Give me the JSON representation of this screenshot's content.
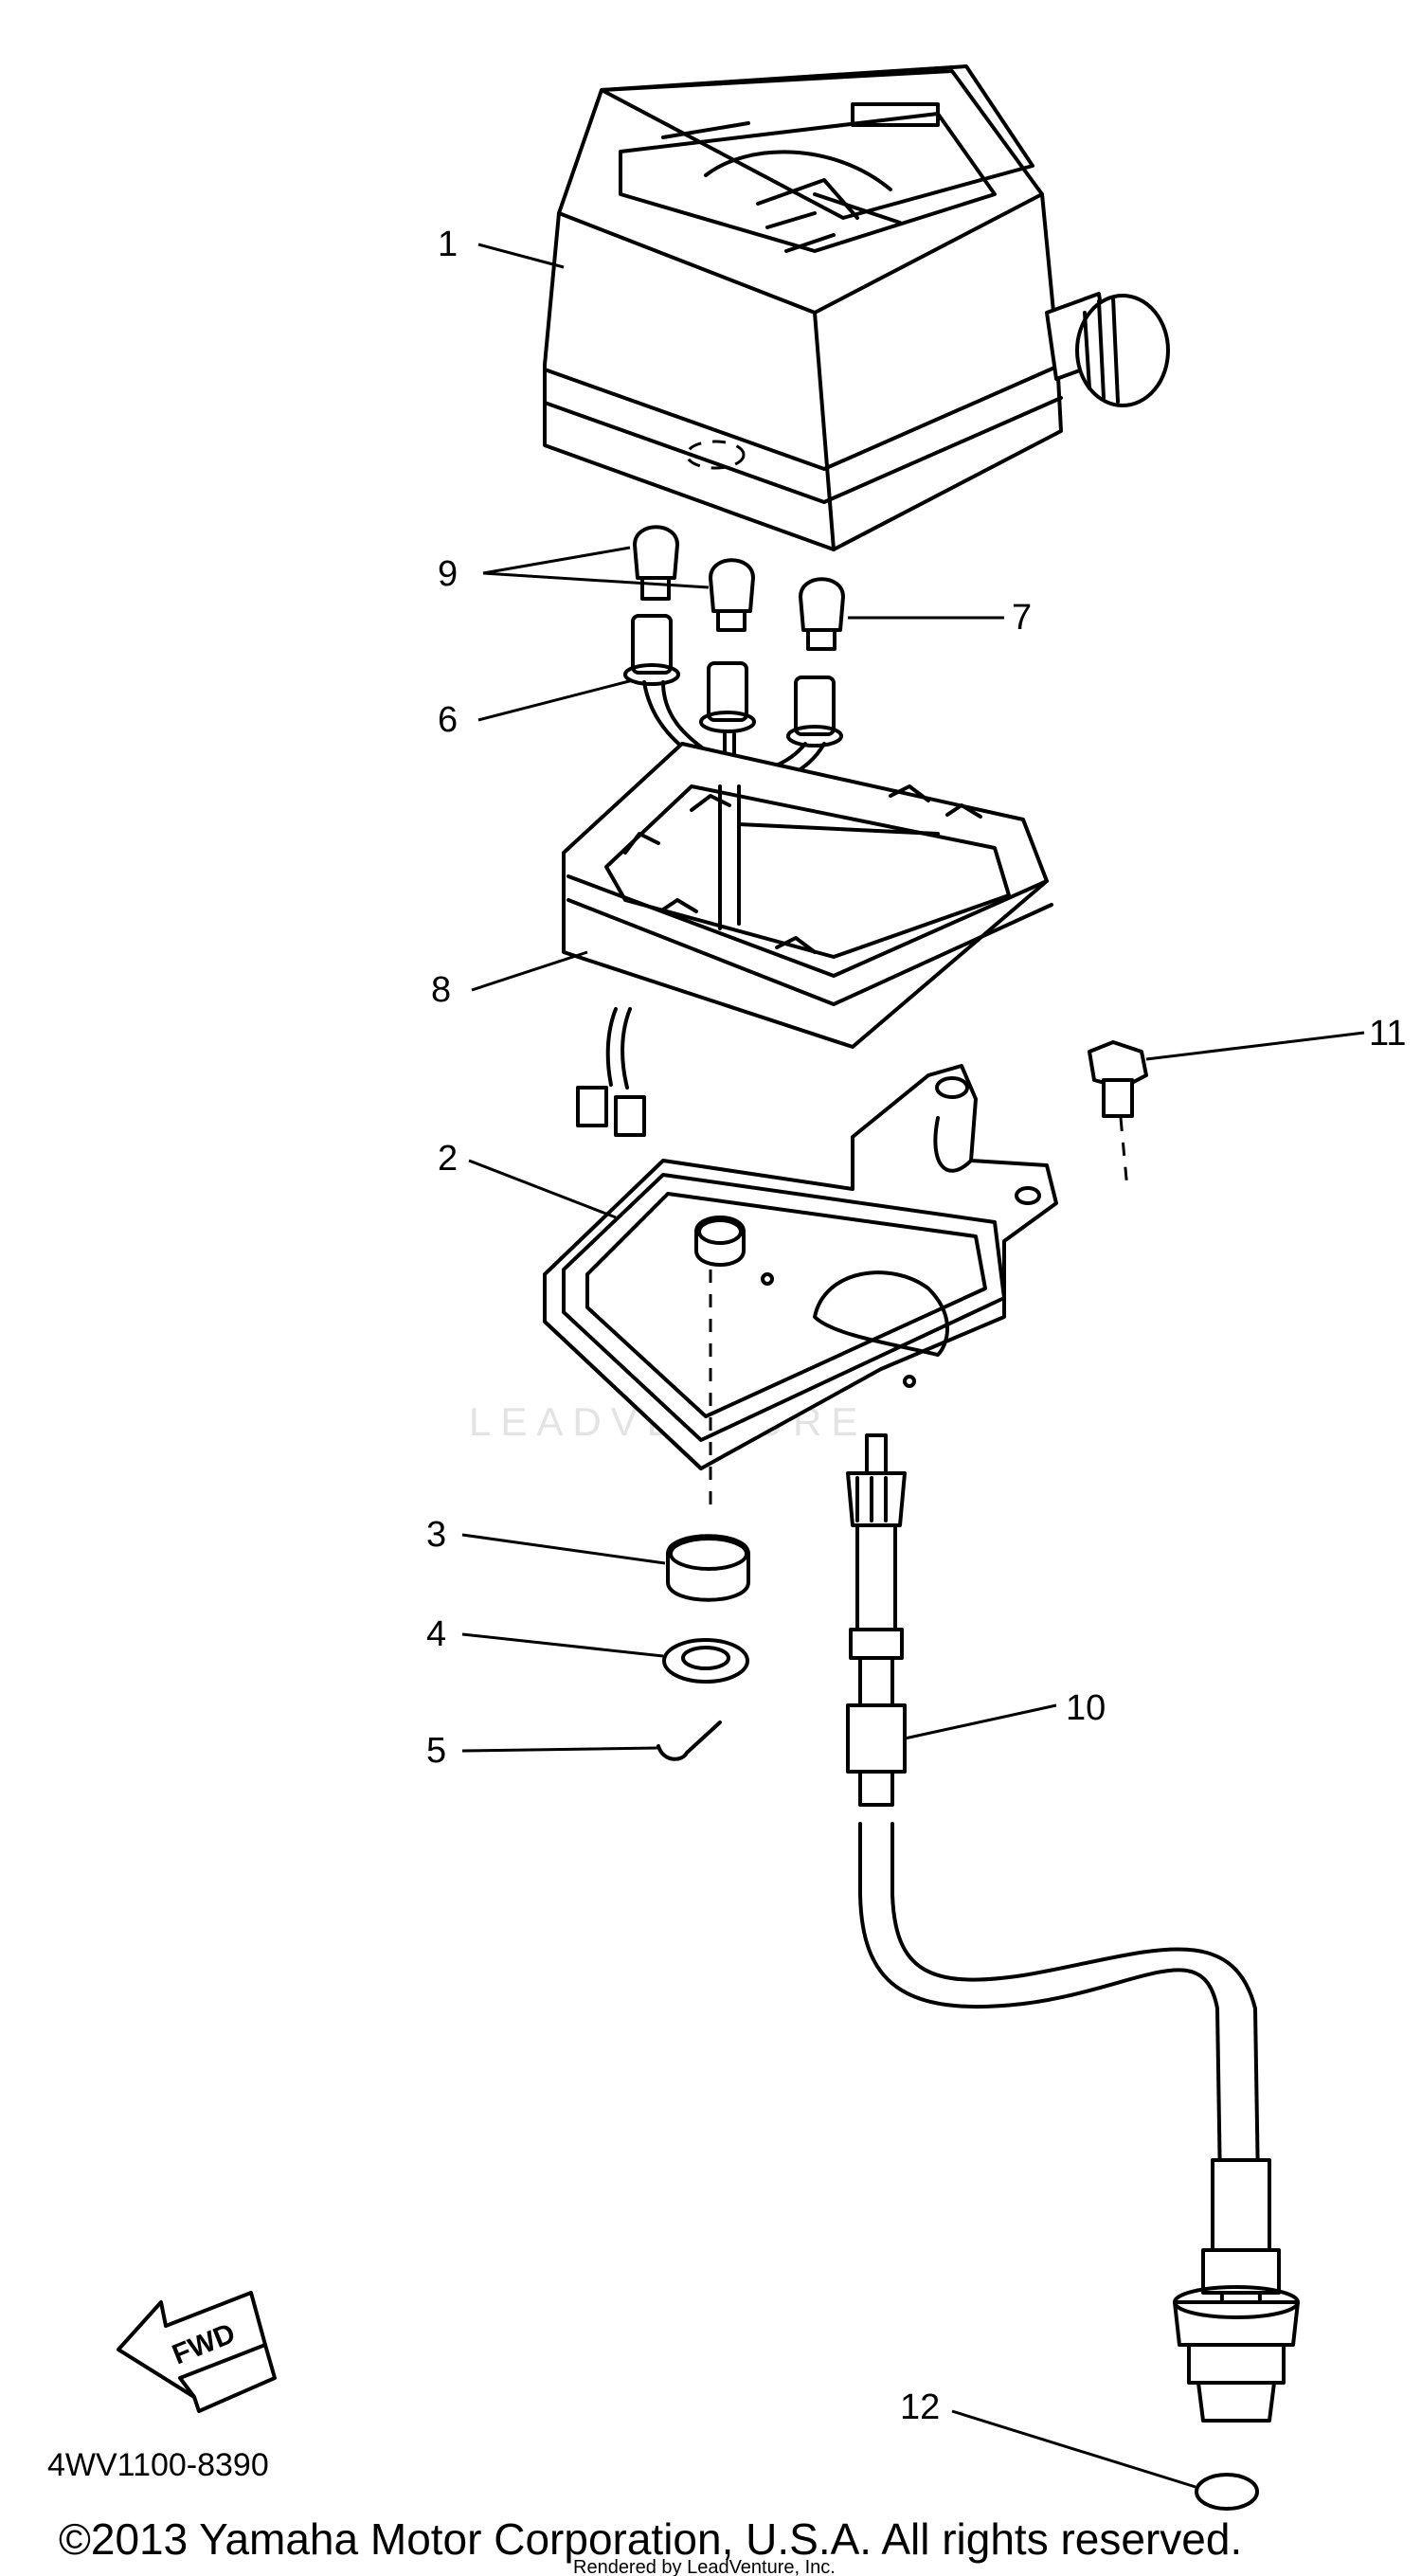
{
  "callouts": {
    "c1": "1",
    "c2": "2",
    "c3": "3",
    "c4": "4",
    "c5": "5",
    "c6": "6",
    "c7": "7",
    "c8": "8",
    "c9": "9",
    "c10": "10",
    "c11": "11",
    "c12": "12"
  },
  "direction_label": "FWD",
  "part_number": "4WV1100-8390",
  "watermark": "LEADVENTURE",
  "copyright": "©2013 Yamaha Motor Corporation, U.S.A. All rights reserved.",
  "render_credit": "Rendered by LeadVenture, Inc."
}
